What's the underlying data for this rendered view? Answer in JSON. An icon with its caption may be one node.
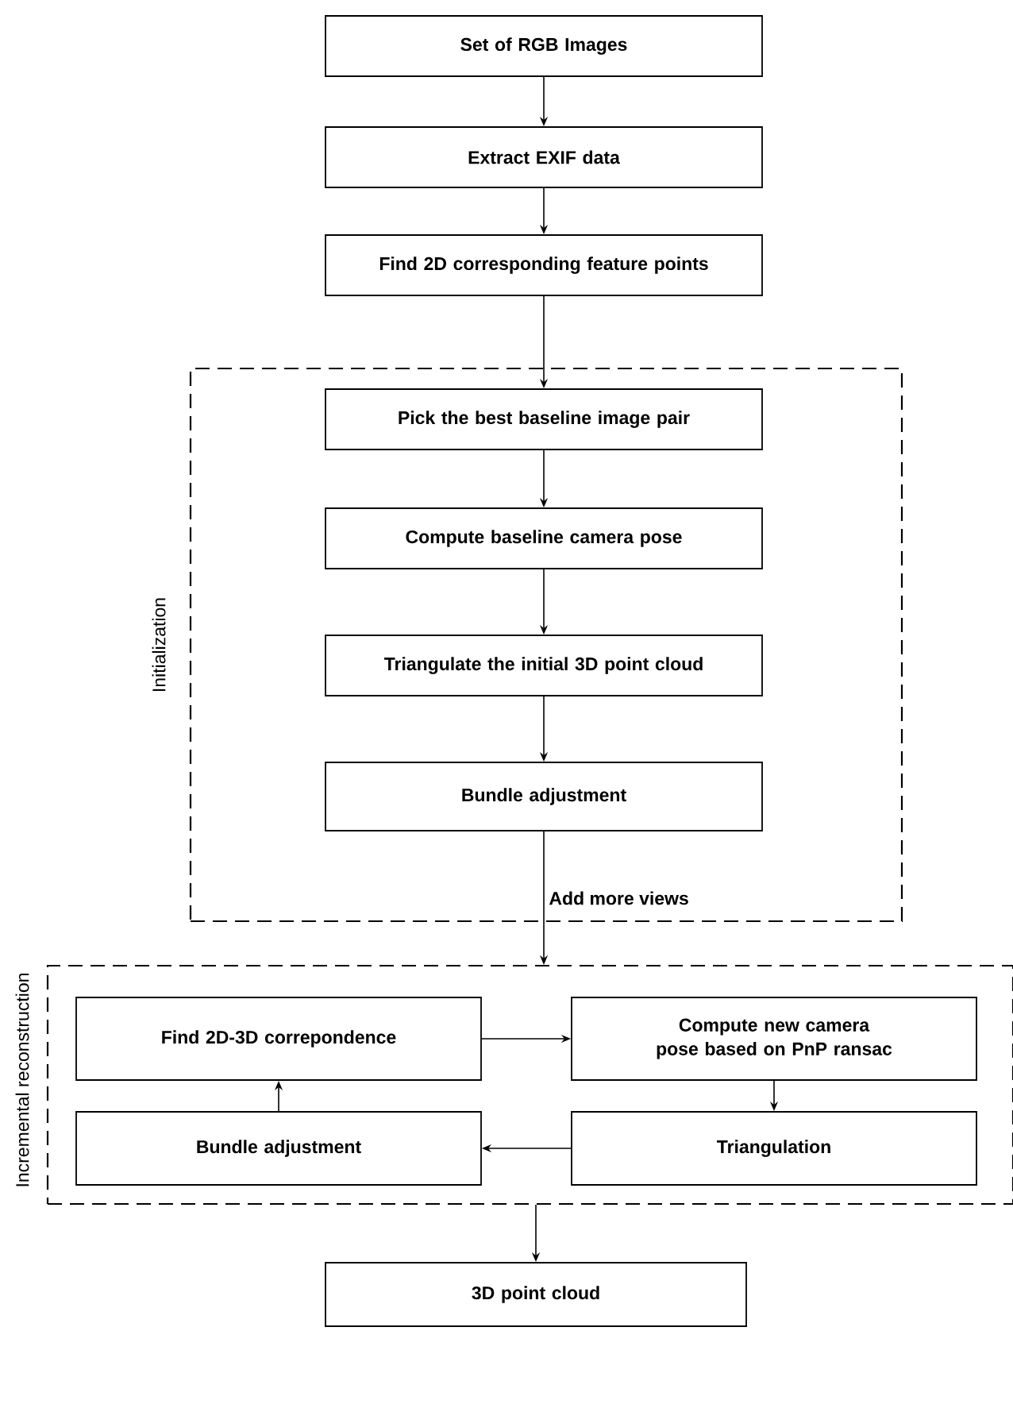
{
  "diagram": {
    "nodes": [
      {
        "text": [
          "Set of RGB Images"
        ]
      },
      {
        "text": [
          "Extract EXIF data"
        ]
      },
      {
        "text": [
          "Find 2D corresponding feature points"
        ]
      },
      {
        "text": [
          "Initialization"
        ]
      },
      {
        "text": [
          "Pick the best baseline image pair"
        ],
        "in": 3
      },
      {
        "text": [
          "Compute baseline camera pose"
        ],
        "in": 3
      },
      {
        "text": [
          "Triangulate the initial 3D point cloud"
        ],
        "in": 3
      },
      {
        "text": [
          "Bundle adjustment"
        ],
        "in": 3
      },
      {
        "text": [
          "Incremental reconstruction"
        ]
      },
      {
        "text": [
          "Find 2D-3D correpondence"
        ],
        "in": 8
      },
      {
        "text": [
          "Compute new camera pose based on PnP ransac"
        ],
        "in": 8
      },
      {
        "text": [
          "Bundle adjustment"
        ],
        "in": 8
      },
      {
        "text": [
          "Triangulation"
        ],
        "in": 8
      },
      {
        "text": [
          "3D point cloud"
        ]
      }
    ],
    "edges": [
      {
        "from": 0,
        "to": 1,
        "arrow": "to"
      },
      {
        "from": 1,
        "to": 2,
        "arrow": "to"
      },
      {
        "from": 2,
        "to": 4,
        "arrow": "to"
      },
      {
        "from": 4,
        "to": 5,
        "arrow": "to"
      },
      {
        "from": 5,
        "to": 6,
        "arrow": "to"
      },
      {
        "from": 6,
        "to": 7,
        "arrow": "to"
      },
      {
        "from": 7,
        "to": 8,
        "arrow": "to",
        "label": "Add more views"
      },
      {
        "from": 9,
        "to": 10,
        "arrow": "to"
      },
      {
        "from": 10,
        "to": 12,
        "arrow": "to"
      },
      {
        "from": 12,
        "to": 11,
        "arrow": "to"
      },
      {
        "from": 11,
        "to": 9,
        "arrow": "to"
      },
      {
        "from": 8,
        "to": 13,
        "arrow": "to"
      }
    ]
  }
}
